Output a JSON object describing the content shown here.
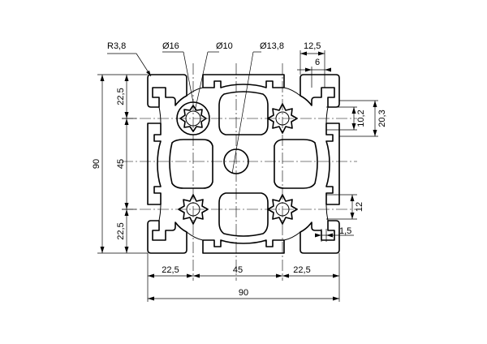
{
  "labels": {
    "radius": "R3,8",
    "d16": "Ø16",
    "d10": "Ø10",
    "d13": "Ø13,8",
    "top_12_5": "12,5",
    "top_6": "6",
    "right_10_2": "10,2",
    "right_20_3": "20,3",
    "right_12": "12",
    "right_1_5": "1,5",
    "left_90": "90",
    "left_22_5_top": "22,5",
    "left_45": "45",
    "left_22_5_bot": "22,5",
    "bot_22_5_left": "22,5",
    "bot_45": "45",
    "bot_22_5_right": "22,5",
    "bot_90": "90"
  }
}
